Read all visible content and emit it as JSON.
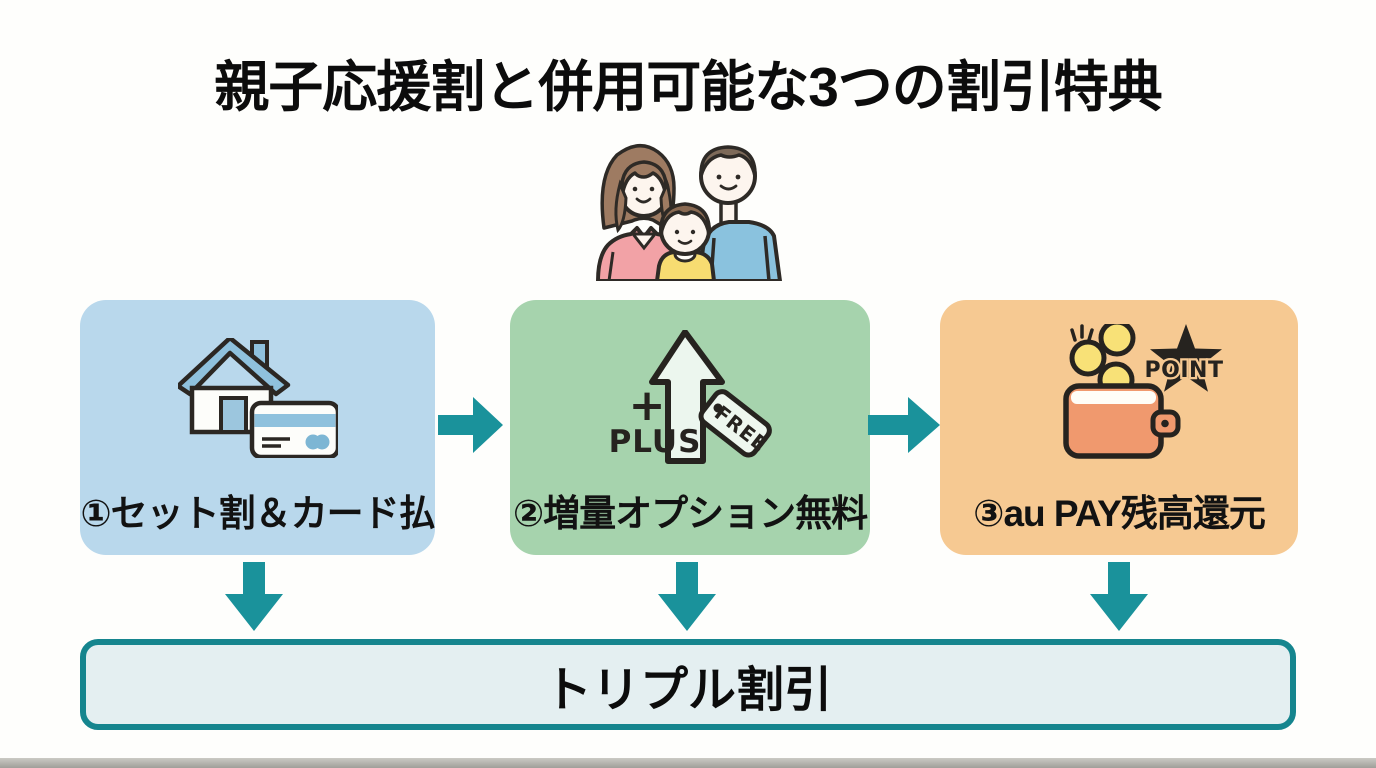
{
  "title": "親子応援割と併用可能な3つの割引特典",
  "cards": [
    {
      "label": "①セット割＆カード払"
    },
    {
      "label": "②増量オプション無料",
      "icon_texts": {
        "plus_sign": "+",
        "plus_word": "PLUS",
        "tag_label": "FREE"
      }
    },
    {
      "label": "③au PAY残高還元",
      "icon_texts": {
        "star_label": "POINT"
      }
    }
  ],
  "result_banner": {
    "label": "トリプル割引"
  },
  "colors": {
    "card_blue": "#b9d8ec",
    "card_green": "#a6d3ad",
    "card_orange": "#f6c992",
    "arrow_teal": "#1a929b",
    "banner_bg": "#e4eff1",
    "banner_border": "#15858e",
    "icon_outline": "#26231f",
    "text": "#111111"
  }
}
